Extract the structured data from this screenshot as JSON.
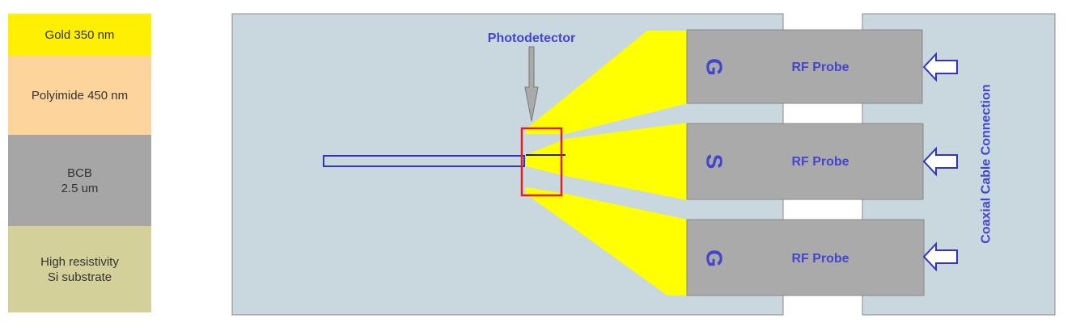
{
  "layer_stack": [
    {
      "label": "Gold 350 nm",
      "color": "#ffef00"
    },
    {
      "label": "Polyimide 450 nm",
      "color": "#fdd49b"
    },
    {
      "label": "BCB\n2.5 um",
      "color": "#a6a6a6"
    },
    {
      "label": "High resistivity\nSi substrate",
      "color": "#d4d09a"
    }
  ],
  "diagram": {
    "photodetector_label": "Photodetector",
    "probes": [
      {
        "letter": "G",
        "label": "RF Probe"
      },
      {
        "letter": "S",
        "label": "RF Probe"
      },
      {
        "letter": "G",
        "label": "RF Probe"
      }
    ],
    "cable_label": "Coaxial Cable Connection"
  },
  "colors": {
    "substrate": "#c9d7df",
    "metal": "#ffff00",
    "probe": "#aaaaaa",
    "text_blue": "#4444cc",
    "detector_box": "#e02020"
  }
}
